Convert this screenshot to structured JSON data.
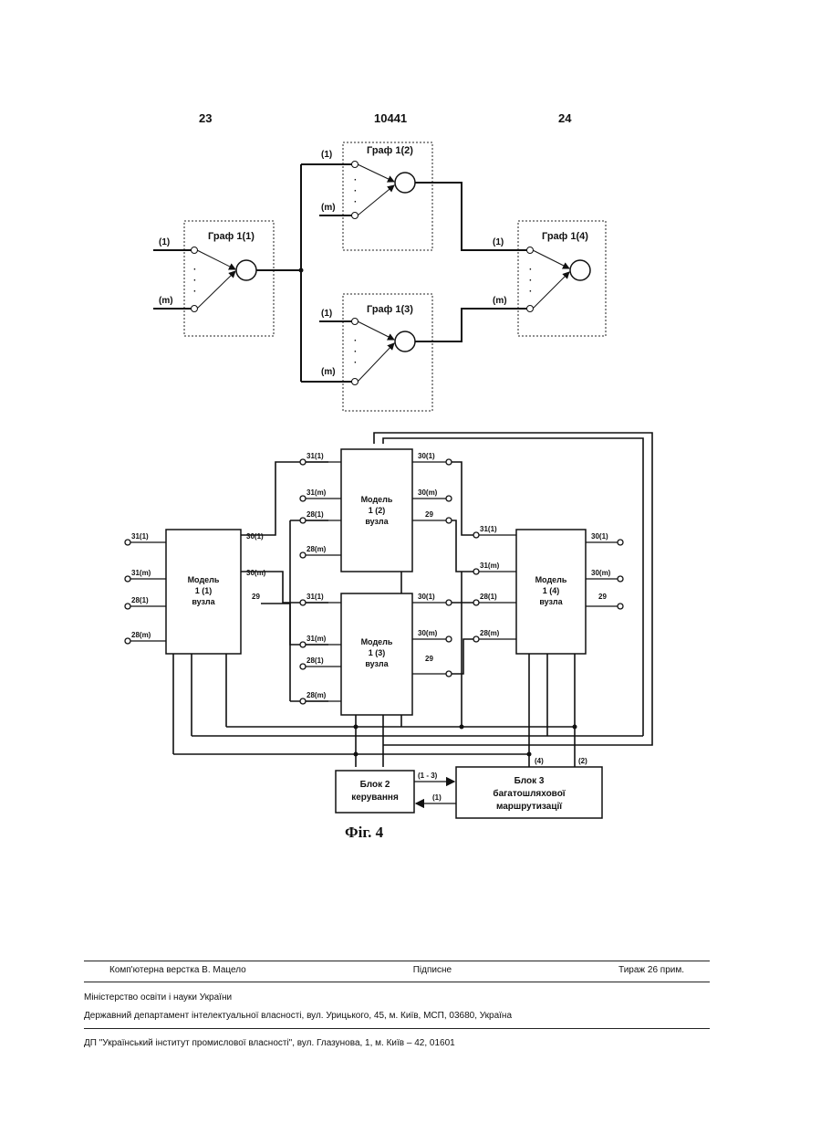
{
  "page_numbers": {
    "left": "23",
    "center": "10441",
    "right": "24"
  },
  "figure_top": {
    "graphs": [
      {
        "id": "g1",
        "title": "Граф 1(1)",
        "in_first": "(1)",
        "in_last": "(m)"
      },
      {
        "id": "g2",
        "title": "Граф 1(2)",
        "in_first": "(1)",
        "in_last": "(m)"
      },
      {
        "id": "g3",
        "title": "Граф 1(3)",
        "in_first": "(1)",
        "in_last": "(m)"
      },
      {
        "id": "g4",
        "title": "Граф 1(4)",
        "in_first": "(1)",
        "in_last": "(m)"
      }
    ]
  },
  "figure_bottom": {
    "models": {
      "m1": {
        "l1": "Модель",
        "l2": "1 (1)",
        "l3": "вузла"
      },
      "m2": {
        "l1": "Модель",
        "l2": "1 (2)",
        "l3": "вузла"
      },
      "m3": {
        "l1": "Модель",
        "l2": "1 (3)",
        "l3": "вузла"
      },
      "m4": {
        "l1": "Модель",
        "l2": "1 (4)",
        "l3": "вузла"
      }
    },
    "port_labels": {
      "in31_1": "31(1)",
      "in31_m": "31(m)",
      "in28_1": "28(1)",
      "in28_m": "28(m)",
      "out30_1": "30(1)",
      "out30_m": "30(m)",
      "out29": "29"
    },
    "block2": {
      "l1": "Блок 2",
      "l2": "керування"
    },
    "block3": {
      "l1": "Блок 3",
      "l2": "багатошляхової",
      "l3": "маршрутизації"
    },
    "link_labels": {
      "b2_to_b3": "(1 - 3)",
      "b3_to_b2": "(1)",
      "to_m4": "(4)",
      "from_b3": "(2)"
    }
  },
  "caption": "Фіг. 4",
  "imprint": {
    "compiled_by": "Комп'ютерна верстка В. Мацело",
    "signed": "Підписне",
    "circulation": "Тираж 26 прим.",
    "ministry": "Міністерство освіти і науки України",
    "department": "Державний департамент інтелектуальної власності, вул. Урицького, 45, м. Київ, МСП, 03680, Україна",
    "institute": "ДП \"Український інститут промислової власності\", вул. Глазунова, 1, м. Київ – 42, 01601"
  }
}
